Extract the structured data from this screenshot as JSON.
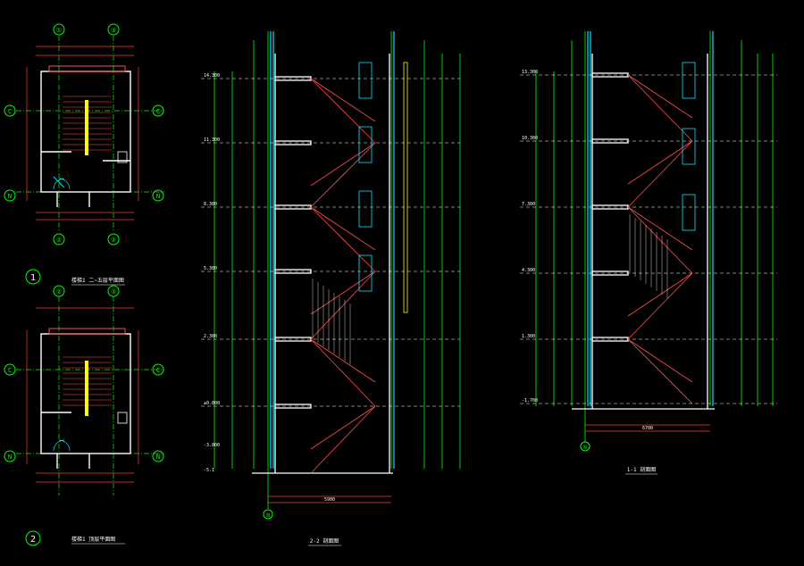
{
  "colors": {
    "background": "#000000",
    "grid_axis": "#00ff00",
    "wall": "#ffffff",
    "dimension": "#ff3b3b",
    "glazing": "#00e5ff",
    "stair": "#ff4d4d",
    "handrail": "#ffff00",
    "label": "#ffffff"
  },
  "plan_1": {
    "axis_top_left": "①",
    "axis_top_right": "③",
    "axis_left_mid": "C",
    "axis_left_bottom": "N",
    "axis_bottom_left": "②",
    "axis_bottom_right": "③",
    "number_badge": "1",
    "caption": "楼梯1 二~五层平面图"
  },
  "plan_2": {
    "axis_top_left": "②",
    "axis_top_right": "③",
    "axis_left_mid": "C",
    "axis_left_bottom": "N",
    "number_badge": "2",
    "caption": "楼梯1 顶层平面图"
  },
  "section_2": {
    "caption": "2-2 剖面图",
    "axis_bottom": "N",
    "levels": [
      "14.300",
      "11.300",
      "8.300",
      "5.300",
      "2.300",
      "±0.000",
      "-3.000",
      "-5.1"
    ],
    "bottom_dim": "5900"
  },
  "section_1": {
    "caption": "1-1 剖面图",
    "axis_bottom": "N",
    "levels": [
      "13.300",
      "10.300",
      "7.300",
      "4.300",
      "1.300",
      "-1.700"
    ],
    "bottom_dim": "6700"
  }
}
